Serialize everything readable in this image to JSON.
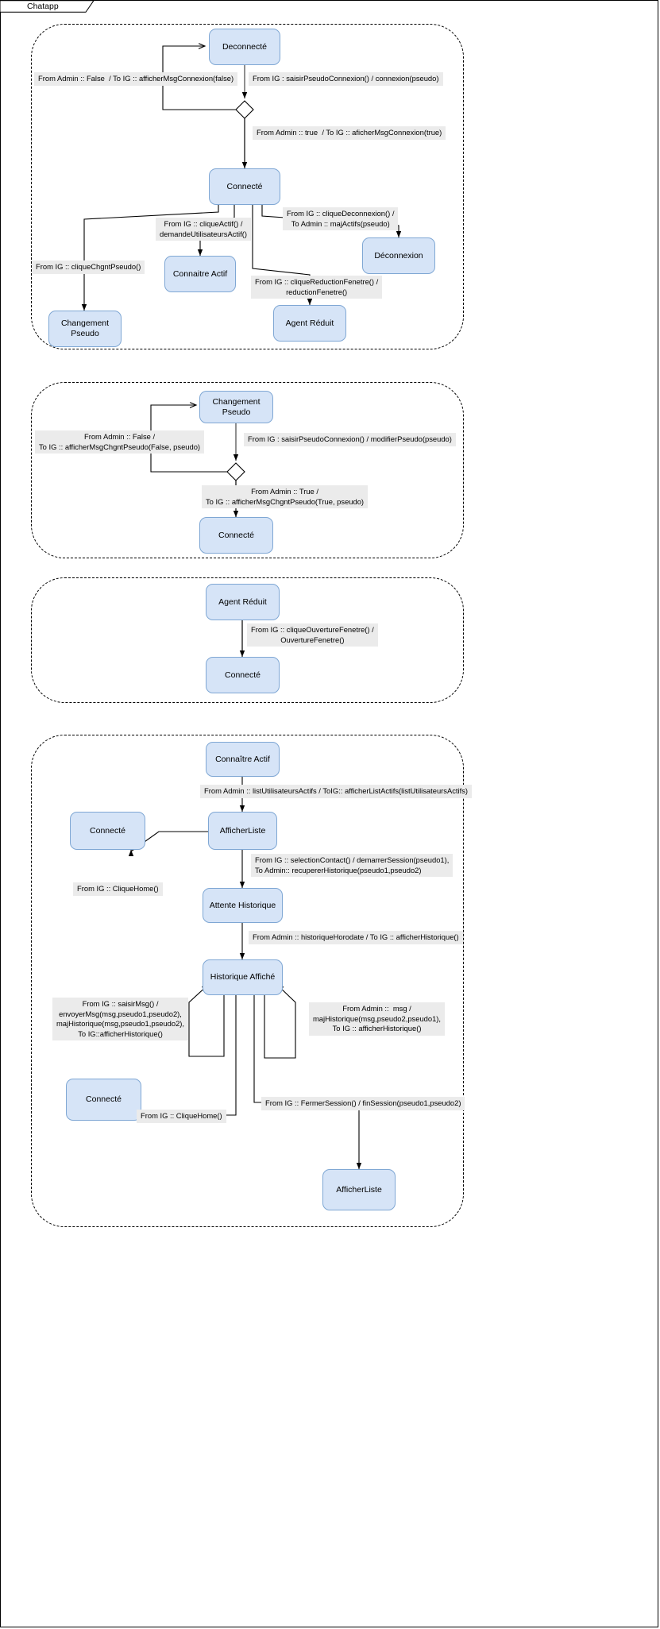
{
  "window": {
    "tab_label": "Chatapp"
  },
  "regions": [
    {
      "name": "region-connexion"
    },
    {
      "name": "region-changement-pseudo"
    },
    {
      "name": "region-agent-reduit"
    },
    {
      "name": "region-historique"
    }
  ],
  "states": {
    "deconnecte": "Deconnecté",
    "connecte_1": "Connecté",
    "connaitre_actif_1": "Connaitre Actif",
    "changement_pseudo_1": "Changement Pseudo",
    "deconnexion": "Déconnexion",
    "agent_reduit_1": "Agent Réduit",
    "changement_pseudo_2": "Changement Pseudo",
    "connecte_2": "Connecté",
    "agent_reduit_2": "Agent Réduit",
    "connecte_3": "Connecté",
    "connaitre_actif_2": "Connaître Actif",
    "afficher_liste_1": "AfficherListe",
    "connecte_4": "Connecté",
    "attente_historique": "Attente Historique",
    "historique_affiche": "Historique Affiché",
    "connecte_5": "Connecté",
    "afficher_liste_2": "AfficherListe"
  },
  "transitions": {
    "t1": "From Admin :: False  / To IG :: afficherMsgConnexion(false)",
    "t2": "From IG : saisirPseudoConnexion() / connexion(pseudo)",
    "t3": "From Admin :: true  / To IG :: aficherMsgConnexion(true)",
    "t4": "From IG :: cliqueActif() /\ndemandeUtilisateursActif()",
    "t5": "From IG :: cliqueDeconnexion() /\nTo Admin :: majActifs(pseudo)",
    "t6": "From IG :: cliqueChgntPseudo()",
    "t7": "From IG :: cliqueReductionFenetre() /\nreductionFenetre()",
    "t8": "From Admin :: False /\nTo IG :: afficherMsgChgntPseudo(False, pseudo)",
    "t9": "From IG : saisirPseudoConnexion() / modifierPseudo(pseudo)",
    "t10": "From Admin :: True /\nTo IG :: afficherMsgChgntPseudo(True, pseudo)",
    "t11": "From IG :: cliqueOuvertureFenetre() /\nOuvertureFenetre()",
    "t12": "From Admin :: listUtilisateursActifs / ToIG:: afficherListActifs(listUtilisateursActifs)",
    "t13": "From IG :: selectionContact() / demarrerSession(pseudo1),\nTo Admin:: recupererHistorique(pseudo1,pseudo2)",
    "t14": "From IG :: CliqueHome()",
    "t15": "From Admin :: historiqueHorodate / To IG :: afficherHistorique()",
    "t16": "From IG :: saisirMsg() /\nenvoyerMsg(msg,pseudo1,pseudo2),\nmajHistorique(msg,pseudo1,pseudo2),\nTo IG::afficherHistorique()",
    "t17": "From Admin ::  msg /\nmajHistorique(msg,pseudo2,pseudo1),\nTo IG :: afficherHistorique()",
    "t18": "From IG :: CliqueHome()",
    "t19": "From IG :: FermerSession() / finSession(pseudo1,pseudo2)"
  },
  "colors": {
    "state_fill": "#d6e4f7",
    "state_border": "#7fa7d4",
    "label_bg": "#ebebeb",
    "line": "#000000"
  }
}
